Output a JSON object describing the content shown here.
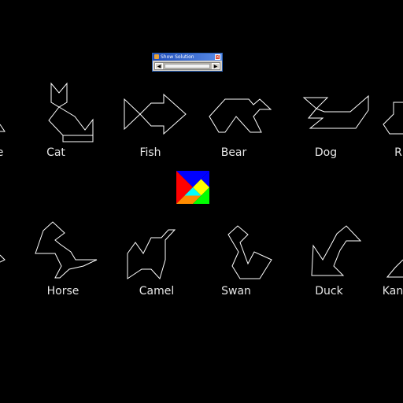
{
  "window": {
    "title": "Show Solution",
    "close_glyph": "×",
    "left_arrow": "◀",
    "right_arrow": "▶"
  },
  "shapes": [
    {
      "id": "partial-left-top",
      "label": "e"
    },
    {
      "id": "cat",
      "label": "Cat"
    },
    {
      "id": "fish",
      "label": "Fish"
    },
    {
      "id": "bear",
      "label": "Bear"
    },
    {
      "id": "dog",
      "label": "Dog"
    },
    {
      "id": "partial-right-top",
      "label": "R"
    },
    {
      "id": "horse",
      "label": "Horse"
    },
    {
      "id": "camel",
      "label": "Camel"
    },
    {
      "id": "swan",
      "label": "Swan"
    },
    {
      "id": "duck",
      "label": "Duck"
    },
    {
      "id": "kangaroo-partial",
      "label": "Kan"
    }
  ],
  "tangram_icon": {
    "colors": [
      "#0000ff",
      "#ff0000",
      "#00ff00",
      "#ffff00",
      "#00ffff",
      "#ff8c00",
      "#ff00ff"
    ]
  },
  "colors": {
    "background": "#000000",
    "outline": "#ffffff",
    "label": "#e6e6e6"
  }
}
